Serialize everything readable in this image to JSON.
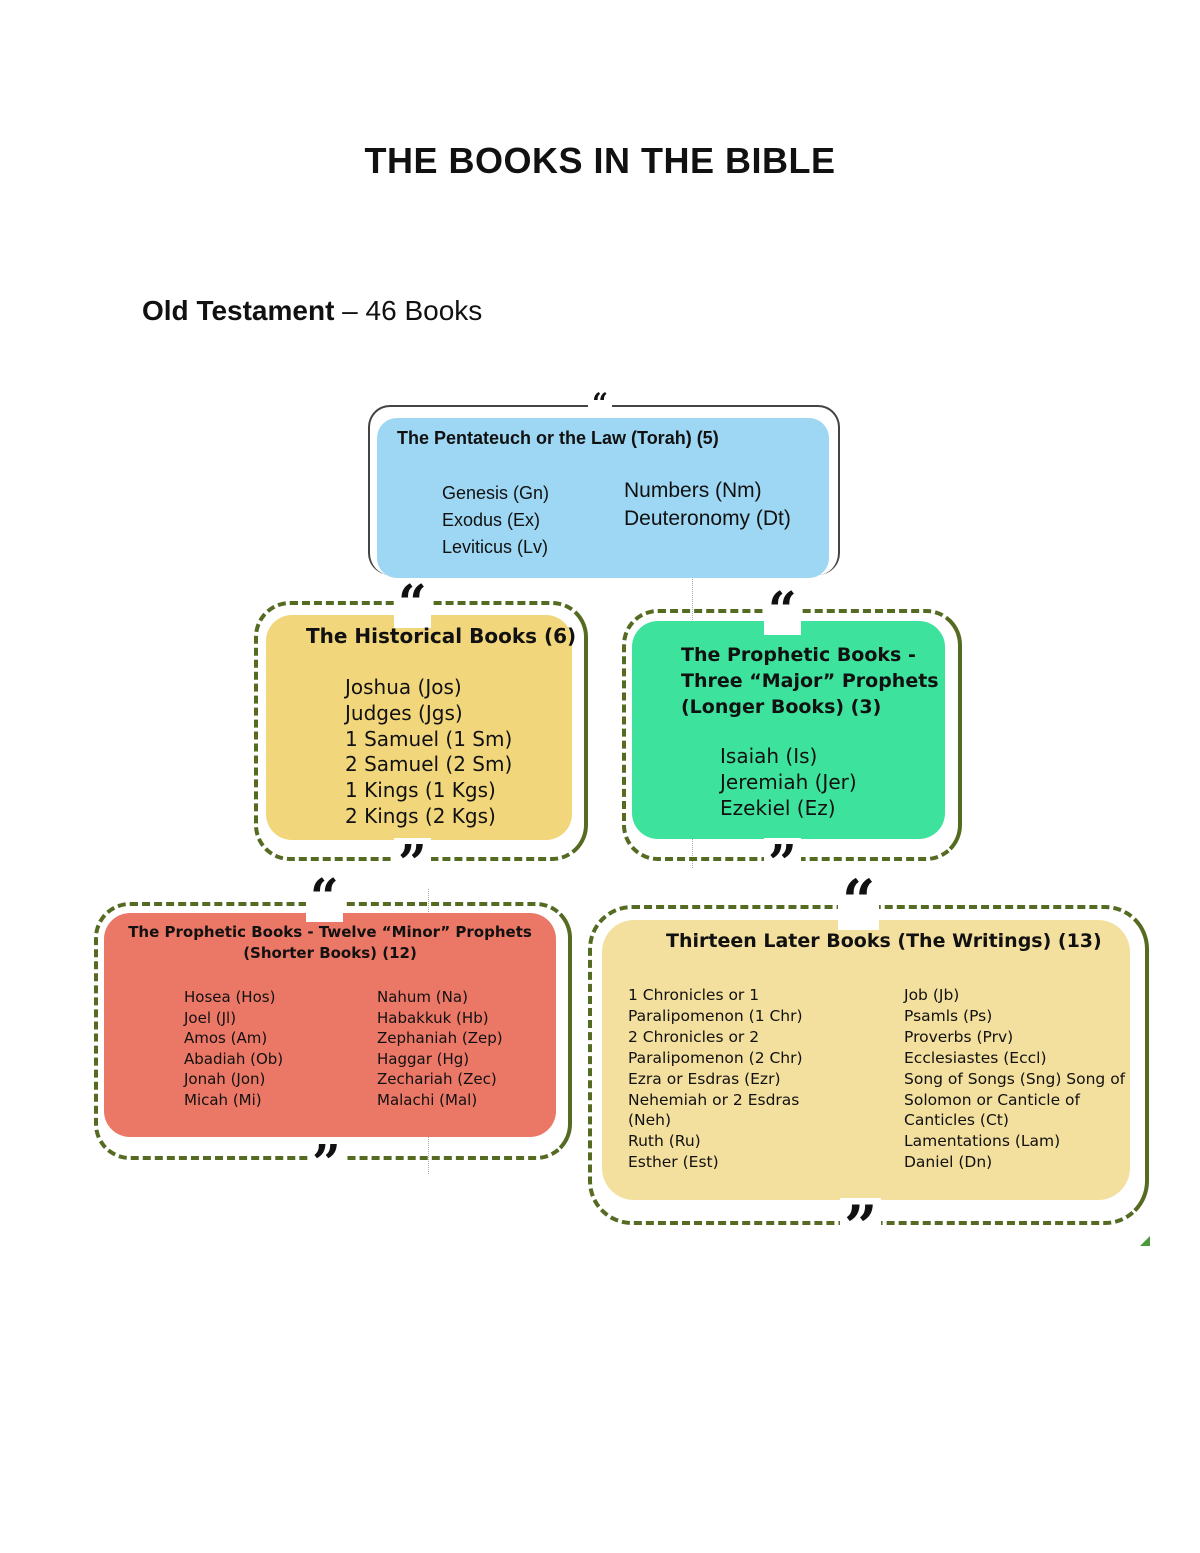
{
  "title": "THE BOOKS IN THE BIBLE",
  "subtitle": {
    "bold": "Old Testament",
    "rest": " – 46 Books"
  },
  "quotes": {
    "open": "“",
    "open_big": "“",
    "close": "”"
  },
  "pentateuch": {
    "title": "The Pentateuch or the Law (Torah) (5)",
    "col1": [
      "Genesis (Gn)",
      "Exodus (Ex)",
      "Leviticus (Lv)"
    ],
    "col2": [
      "Numbers (Nm)",
      "Deuteronomy (Dt)"
    ],
    "color": "#9dd7f3"
  },
  "historical": {
    "title": "The Historical Books (6)",
    "books": [
      "Joshua (Jos)",
      "Judges (Jgs)",
      "1 Samuel (1 Sm)",
      "2 Samuel (2 Sm)",
      "1 Kings (1 Kgs)",
      "2 Kings (2 Kgs)"
    ],
    "color": "#f1d67b"
  },
  "major": {
    "title_lines": [
      "The Prophetic Books -",
      "Three “Major” Prophets",
      "(Longer Books) (3)"
    ],
    "books": [
      "Isaiah (Is)",
      "Jeremiah (Jer)",
      "Ezekiel (Ez)"
    ],
    "color": "#3de29c"
  },
  "minor": {
    "title_lines": [
      "The Prophetic Books - Twelve “Minor” Prophets",
      "(Shorter Books) (12)"
    ],
    "col1": [
      "Hosea (Hos)",
      "Joel (Jl)",
      "Amos (Am)",
      "Abadiah (Ob)",
      "Jonah (Jon)",
      "Micah (Mi)"
    ],
    "col2": [
      "Nahum (Na)",
      "Habakkuk (Hb)",
      "Zephaniah (Zep)",
      "Haggar (Hg)",
      "Zechariah (Zec)",
      "Malachi (Mal)"
    ],
    "color": "#eb7766"
  },
  "writings": {
    "title": "Thirteen Later Books (The Writings) (13)",
    "col1": [
      "1 Chronicles or 1",
      "Paralipomenon (1 Chr)",
      "2 Chronicles or 2",
      "Paralipomenon (2 Chr)",
      "Ezra or Esdras (Ezr)",
      "Nehemiah or 2 Esdras",
      "(Neh)",
      "Ruth (Ru)",
      "Esther (Est)"
    ],
    "col2": [
      "Job (Jb)",
      "Psamls (Ps)",
      "Proverbs (Prv)",
      "Ecclesiastes (Eccl)",
      "Song of Songs (Sng) Song of",
      "Solomon or Canticle of",
      "Canticles (Ct)",
      "Lamentations (Lam)",
      "Daniel (Dn)"
    ],
    "color": "#f3df9e"
  },
  "frame_color": "#556b22"
}
